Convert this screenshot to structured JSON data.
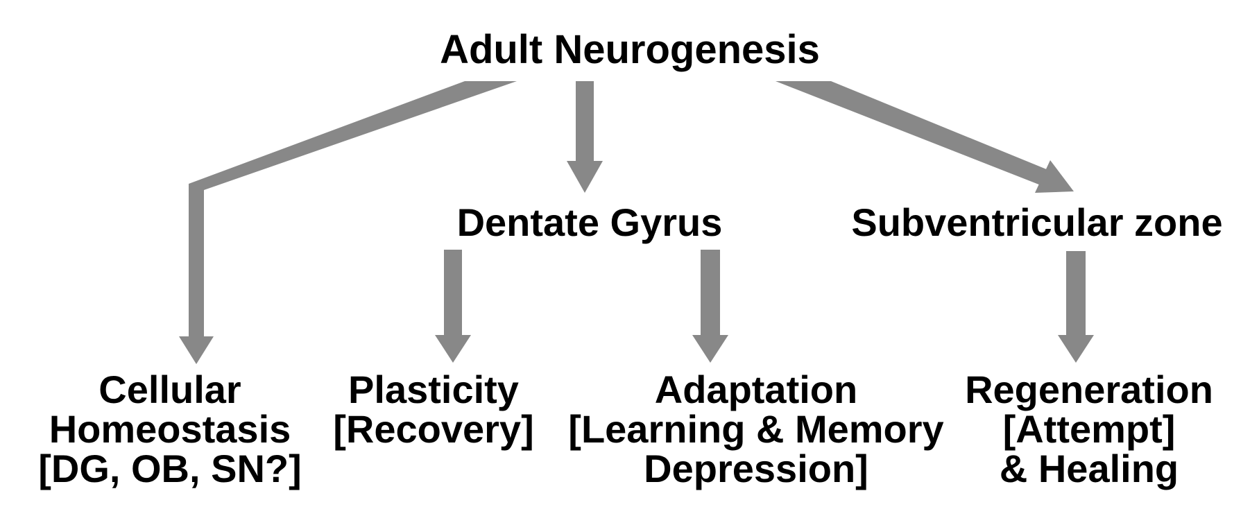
{
  "diagram": {
    "root": {
      "label": "Adult Neurogenesis"
    },
    "regions": [
      {
        "label": "Dentate Gyrus"
      },
      {
        "label": "Subventricular zone"
      }
    ],
    "outcomes": [
      {
        "lines": [
          "Cellular",
          "Homeostasis",
          "[DG, OB, SN?]"
        ]
      },
      {
        "lines": [
          "Plasticity",
          "[Recovery]"
        ]
      },
      {
        "lines": [
          "Adaptation",
          "[Learning & Memory",
          "Depression]"
        ]
      },
      {
        "lines": [
          "Regeneration",
          "[Attempt]",
          "& Healing"
        ]
      }
    ],
    "arrow_color": "#888888",
    "text_color": "#000000"
  }
}
